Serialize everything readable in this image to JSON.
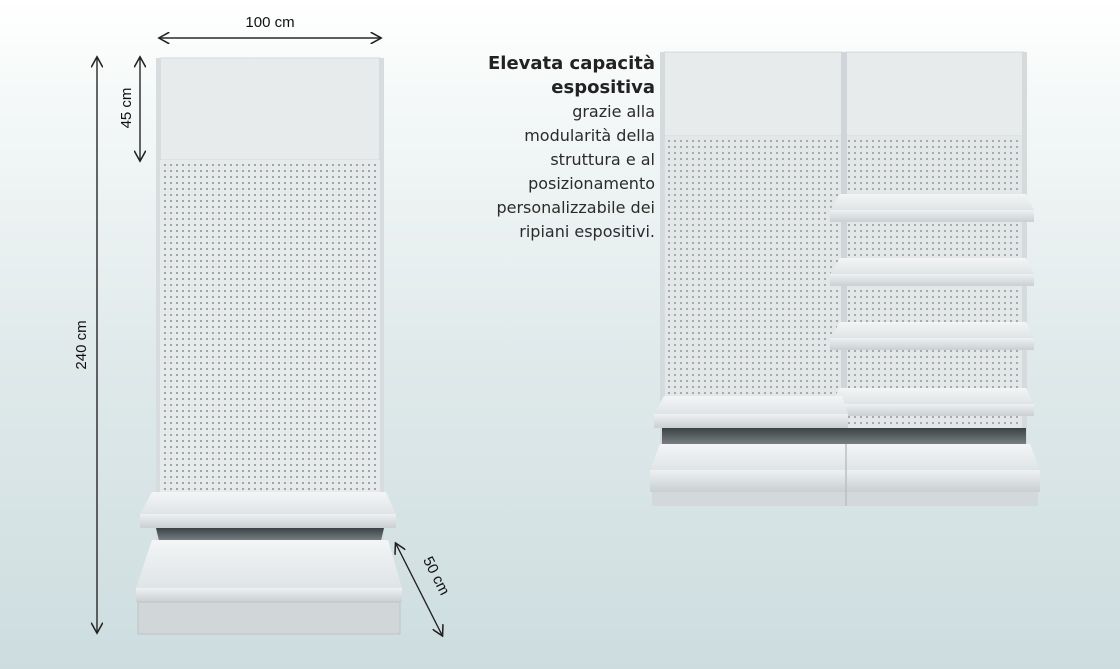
{
  "dimensions": {
    "width_label": "100 cm",
    "top_panel_label": "45 cm",
    "height_label": "240 cm",
    "depth_label": "50 cm"
  },
  "headline": {
    "title_line1": "Elevata capacità",
    "title_line2": "espositiva",
    "body_lines": [
      "grazie alla",
      "modularità della",
      "struttura e al",
      "posizionamento",
      "personalizzabile dei",
      "ripiani espositivi."
    ]
  },
  "colors": {
    "panel": "#e9eced",
    "pegboard": "#e4e8ea",
    "shelf": "#eef1f2",
    "shadow": "#50595c"
  }
}
